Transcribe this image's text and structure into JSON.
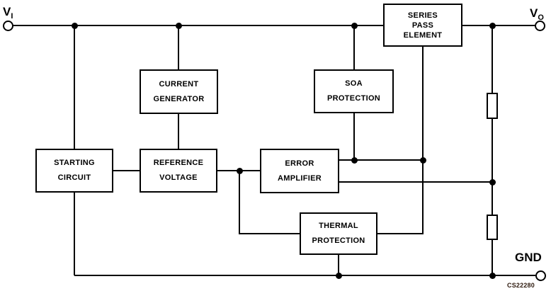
{
  "colors": {
    "background": "#ffffff",
    "line": "#000000",
    "figure_code": "#2e1a0e"
  },
  "terminals": {
    "input": {
      "symbol": "V",
      "subscript": "I"
    },
    "output": {
      "symbol": "V",
      "subscript": "O"
    },
    "ground": {
      "label": "GND"
    }
  },
  "blocks": {
    "series_pass": {
      "line1": "SERIES",
      "line2": "PASS",
      "line3": "ELEMENT"
    },
    "current_generator": {
      "line1": "CURRENT",
      "line2": "GENERATOR"
    },
    "soa_protection": {
      "line1": "SOA",
      "line2": "PROTECTION"
    },
    "starting_circuit": {
      "line1": "STARTING",
      "line2": "CIRCUIT"
    },
    "reference_voltage": {
      "line1": "REFERENCE",
      "line2": "VOLTAGE"
    },
    "error_amplifier": {
      "line1": "ERROR",
      "line2": "AMPLIFIER"
    },
    "thermal_protection": {
      "line1": "THERMAL",
      "line2": "PROTECTION"
    }
  },
  "components": {
    "resistor_upper": {
      "type": "resistor"
    },
    "resistor_lower": {
      "type": "resistor"
    }
  },
  "figure_code": {
    "text": "CS22280"
  }
}
